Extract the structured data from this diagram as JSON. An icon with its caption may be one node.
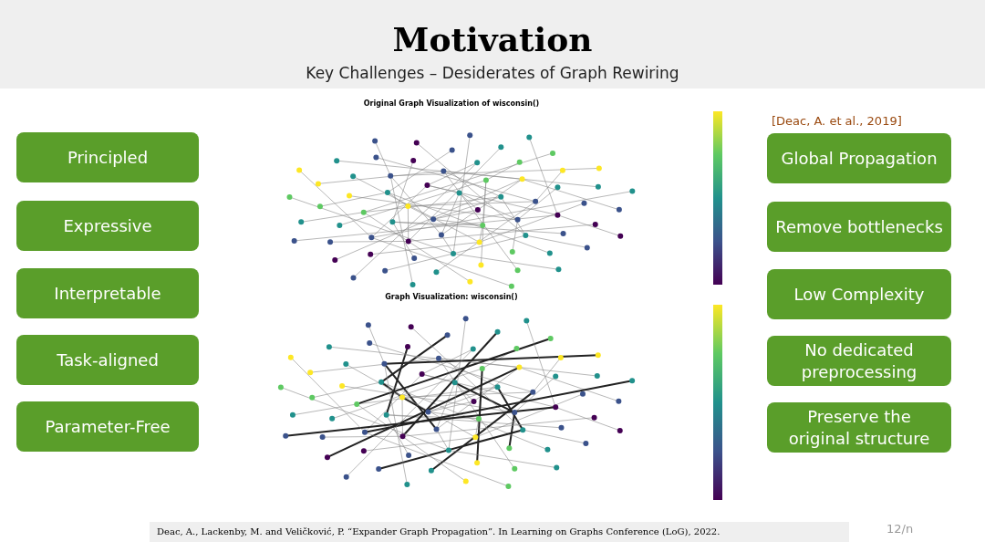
{
  "diagram": {
    "title": "Motivation",
    "nodes": [
      {
        "text": [
          "Principled"
        ]
      },
      {
        "text": [
          "Expressive"
        ]
      },
      {
        "text": [
          "Interpretable"
        ]
      },
      {
        "text": [
          "Task-aligned"
        ]
      },
      {
        "text": [
          "Parameter-Free"
        ]
      },
      {
        "text": [
          "Global Propagation"
        ]
      },
      {
        "text": [
          "Remove bottlenecks"
        ]
      },
      {
        "text": [
          "Low Complexity"
        ]
      },
      {
        "text": [
          "No dedicated preprocessing"
        ]
      },
      {
        "text": [
          "Preserve the original structure"
        ]
      }
    ],
    "edges": [],
    "labels": [
      "Key Challenges – Desiderates of Graph Rewiring",
      "Original Graph Visualization of  wisconsin()",
      "[Deac, A. et al., 2019]",
      "Graph Visualization:  wisconsin()",
      "Deac, A., Lackenby, M. and Veličković, P. “Expander Graph Propagation”. In Learning on Graphs Conference (LoG), 2022.",
      "12/n"
    ]
  }
}
